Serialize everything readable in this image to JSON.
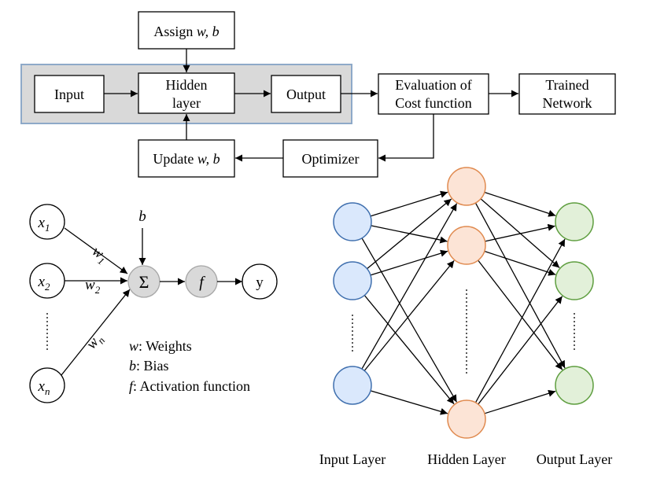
{
  "flowchart": {
    "assign_box": {
      "prefix": "Assign ",
      "vars": "w, b"
    },
    "input_label": "Input",
    "hidden_label": [
      "Hidden",
      "layer"
    ],
    "output_label": "Output",
    "evaluation_label": [
      "Evaluation of",
      "Cost function"
    ],
    "trained_label": [
      "Trained",
      "Network"
    ],
    "optimizer_label": "Optimizer",
    "update_box": {
      "prefix": "Update ",
      "vars": "w, b"
    },
    "group_fill": "#d9d9d9",
    "group_border": "#8ea9c8"
  },
  "neuron": {
    "inputs": [
      {
        "sym": "x",
        "sub": "1"
      },
      {
        "sym": "x",
        "sub": "2"
      },
      {
        "sym": "x",
        "sub": "n"
      }
    ],
    "weights": [
      {
        "sym": "w",
        "sub": "1"
      },
      {
        "sym": "w",
        "sub": "2"
      },
      {
        "sym": "w",
        "sub": "n"
      }
    ],
    "bias": "b",
    "sum_symbol": "Σ",
    "activation": "f",
    "output": "y",
    "node_fill": "#d9d9d9",
    "legend": [
      {
        "sym": "w",
        "text": ": Weights"
      },
      {
        "sym": "b",
        "text": ": Bias"
      },
      {
        "sym": "f",
        "text": ": Activation function"
      }
    ]
  },
  "network": {
    "layers": [
      {
        "label": "Input Layer",
        "fill": "#dae8fc",
        "stroke": "#3f6fae",
        "nodes": 3
      },
      {
        "label": "Hidden Layer",
        "fill": "#fce4d6",
        "stroke": "#e08a4f",
        "nodes": 3
      },
      {
        "label": "Output Layer",
        "fill": "#e2f0d9",
        "stroke": "#5e9e3f",
        "nodes": 3
      }
    ]
  }
}
